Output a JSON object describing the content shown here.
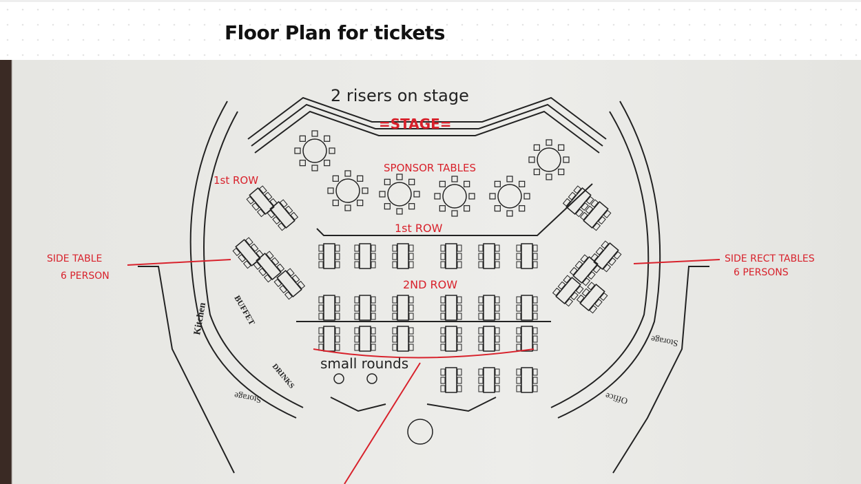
{
  "header": {
    "title": "Floor Plan for tickets"
  },
  "plan": {
    "stage_note": "2 risers on stage",
    "stage": "=STAGE=",
    "sponsor_tables": "SPONSOR TABLES",
    "first_row_left": "1st ROW",
    "first_row_center": "1st ROW",
    "second_row": "2ND ROW",
    "side_table_left_1": "SIDE TABLE",
    "side_table_left_2": "6 PERSON",
    "side_table_right_1": "SIDE RECT TABLES",
    "side_table_right_2": "6 PERSONS",
    "small_rounds": "small rounds",
    "kitchen": "Kitchen",
    "buffet": "BUFFET",
    "drinks": "DRINKS",
    "storage_left": "Storage",
    "storage_right": "Storage",
    "office": "Office"
  },
  "colors": {
    "ink_red": "#d8212b",
    "ink_black": "#222222",
    "paper": "#ededea"
  }
}
